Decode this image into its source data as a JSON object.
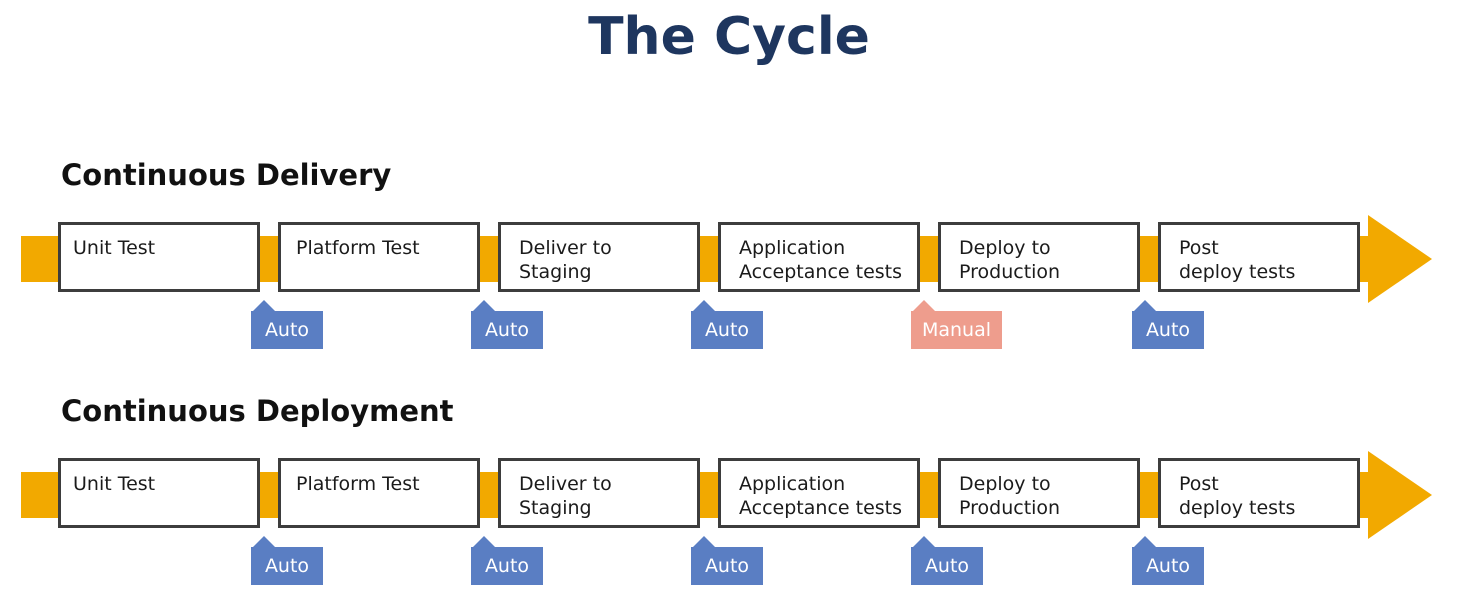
{
  "title": "The Cycle",
  "colors": {
    "title": "#1e365f",
    "pipeline": "#f2a900",
    "stage_border": "#3d3d3d",
    "auto_gate": "#5a7ec3",
    "manual_gate": "#ee9d8d"
  },
  "sections": [
    {
      "label": "Continuous Delivery",
      "stages": [
        "Unit Test",
        "Platform Test",
        "Deliver to\nStaging",
        "Application\nAcceptance tests",
        "Deploy to\nProduction",
        "Post\ndeploy tests"
      ],
      "gates": [
        {
          "label": "Auto",
          "kind": "auto"
        },
        {
          "label": "Auto",
          "kind": "auto"
        },
        {
          "label": "Auto",
          "kind": "auto"
        },
        {
          "label": "Manual",
          "kind": "manual"
        },
        {
          "label": "Auto",
          "kind": "auto"
        }
      ]
    },
    {
      "label": "Continuous Deployment",
      "stages": [
        "Unit Test",
        "Platform Test",
        "Deliver to\nStaging",
        "Application\nAcceptance tests",
        "Deploy to\nProduction",
        "Post\ndeploy tests"
      ],
      "gates": [
        {
          "label": "Auto",
          "kind": "auto"
        },
        {
          "label": "Auto",
          "kind": "auto"
        },
        {
          "label": "Auto",
          "kind": "auto"
        },
        {
          "label": "Auto",
          "kind": "auto"
        },
        {
          "label": "Auto",
          "kind": "auto"
        }
      ]
    }
  ]
}
